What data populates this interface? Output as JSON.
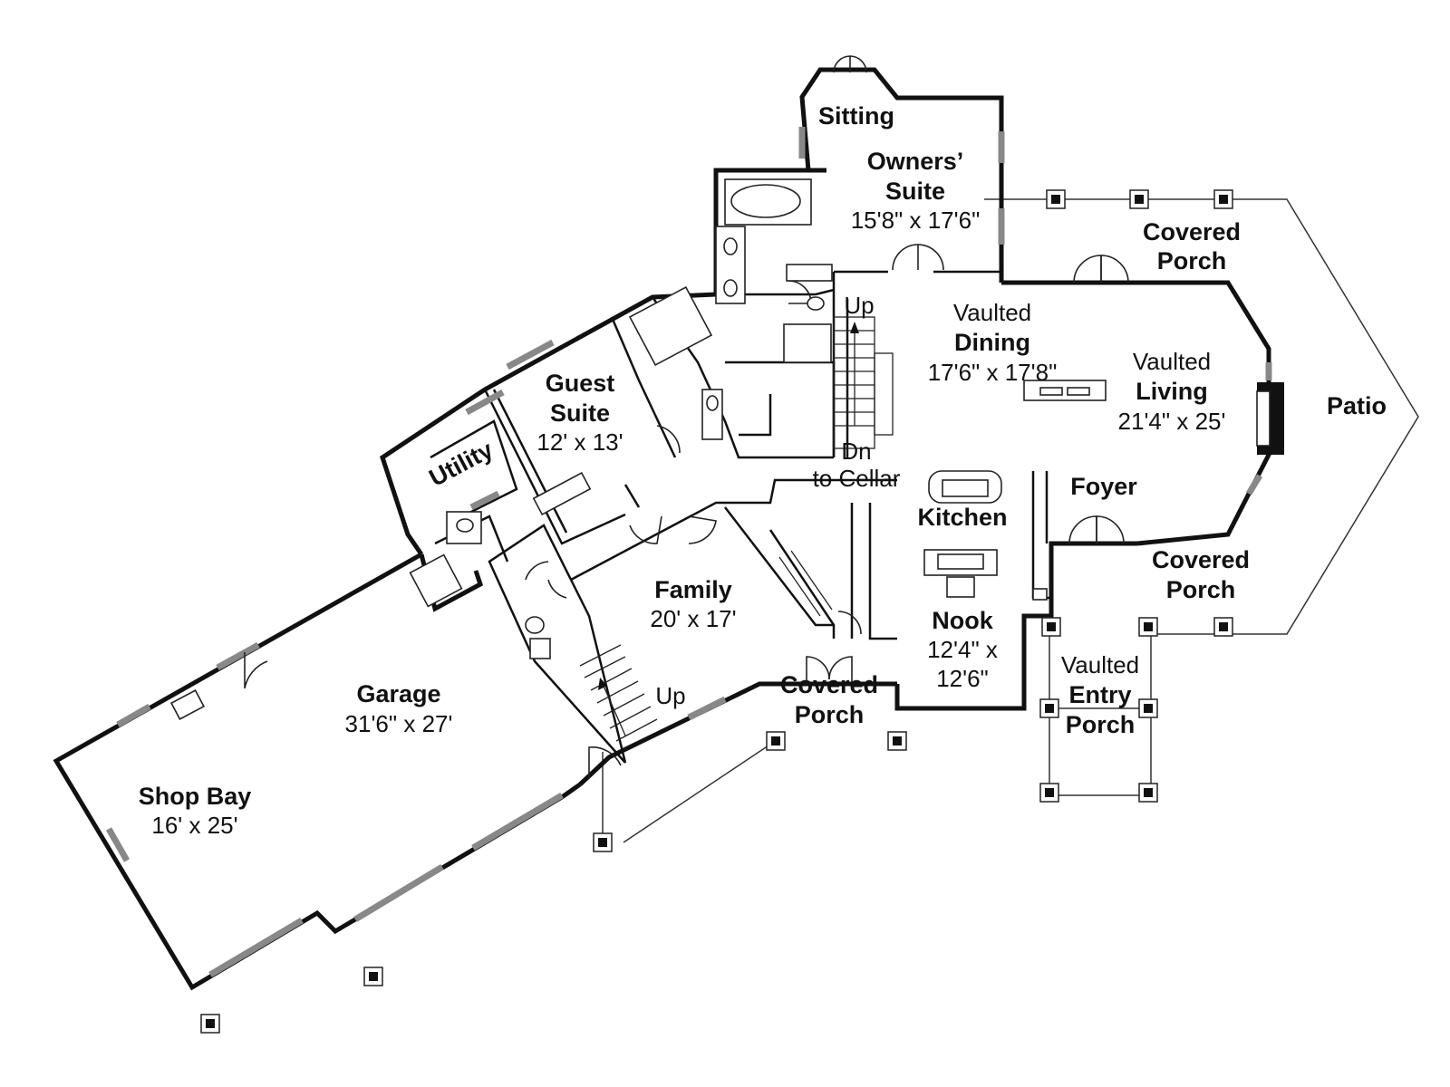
{
  "rooms": {
    "sitting": {
      "name": "Sitting"
    },
    "owners_suite": {
      "name_line1": "Owners’",
      "name_line2": "Suite",
      "size": "15'8\" x 17'6\""
    },
    "covered_porch_rear": {
      "line1": "Covered",
      "line2": "Porch"
    },
    "up_main": {
      "text": "Up"
    },
    "dining": {
      "prefix": "Vaulted",
      "name": "Dining",
      "size": "17'6\" x 17'8\""
    },
    "living": {
      "prefix": "Vaulted",
      "name": "Living",
      "size": "21'4\" x 25'"
    },
    "patio": {
      "name": "Patio"
    },
    "guest_suite": {
      "name_line1": "Guest",
      "name_line2": "Suite",
      "size": "12' x 13'"
    },
    "utility": {
      "name": "Utility"
    },
    "dn_cellar": {
      "line1": "Dn",
      "line2": "to Cellar"
    },
    "kitchen": {
      "name": "Kitchen"
    },
    "foyer": {
      "name": "Foyer"
    },
    "covered_porch_front": {
      "line1": "Covered",
      "line2": "Porch"
    },
    "family": {
      "name": "Family",
      "size": "20' x 17'"
    },
    "nook": {
      "name": "Nook",
      "size_line1": "12'4\" x",
      "size_line2": "12'6\""
    },
    "garage": {
      "name": "Garage",
      "size": "31'6\" x 27'"
    },
    "up_garage": {
      "text": "Up"
    },
    "covered_porch_family": {
      "line1": "Covered",
      "line2": "Porch"
    },
    "entry_porch": {
      "line1": "Vaulted",
      "line2": "Entry",
      "line3": "Porch"
    },
    "shop_bay": {
      "name": "Shop Bay",
      "size": "16' x 25'"
    }
  }
}
